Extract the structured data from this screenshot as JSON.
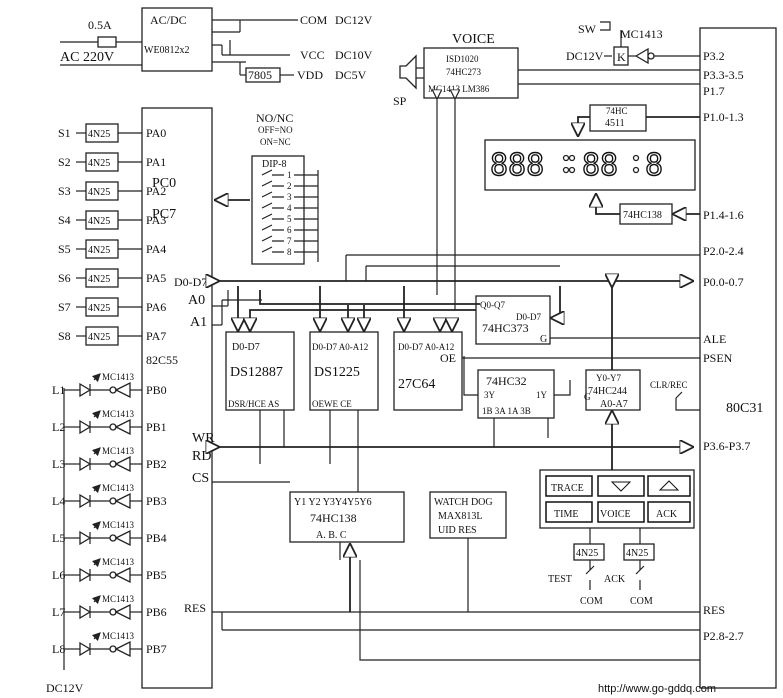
{
  "power": {
    "fuse": "0.5A",
    "ac": "AC 220V",
    "acdc": "AC/DC",
    "trans": "WE0812x2",
    "com": "COM",
    "dc12": "DC12V",
    "vcc": "VCC",
    "dc10": "DC10V",
    "reg": "7805",
    "vdd": "VDD",
    "dc5": "DC5V"
  },
  "voice": {
    "title": "VOICE",
    "l1": "ISD1020",
    "l2": "74HC273",
    "l3": "MC1413 LM386",
    "sp": "SP"
  },
  "sw": {
    "sw": "SW",
    "mc": "MC1413",
    "dc": "DC12V",
    "k": "K"
  },
  "mcu": {
    "name": "80C31",
    "p32": "P3.2",
    "p33": "P3.3-3.5",
    "p17": "P1.7",
    "p10": "P1.0-1.3",
    "p14": "P1.4-1.6",
    "p20": "P2.0-2.4",
    "p00": "P0.0-0.7",
    "ale": "ALE",
    "psen": "PSEN",
    "p36": "P3.6-P3.7",
    "res": "RES",
    "p28": "P2.8-2.7"
  },
  "disp": {
    "dec_top": "74HC",
    "dec_bot": "4511",
    "hc138": "74HC138"
  },
  "ppi": {
    "name": "82C55",
    "pa": [
      "PA0",
      "PA1",
      "PA2",
      "PA3",
      "PA4",
      "PA5",
      "PA6",
      "PA7"
    ],
    "s": [
      "S1",
      "S2",
      "S3",
      "S4",
      "S5",
      "S6",
      "S7",
      "S8"
    ],
    "opto": "4N25",
    "pc0": "PC0",
    "pc7": "PC7",
    "d": "D0-D7",
    "a0": "A0",
    "a1": "A1",
    "pb": [
      "PB0",
      "PB1",
      "PB2",
      "PB3",
      "PB4",
      "PB5",
      "PB6",
      "PB7"
    ],
    "l": [
      "L1",
      "L2",
      "L3",
      "L4",
      "L5",
      "L6",
      "L7",
      "L8"
    ],
    "mc": "MC1413",
    "dc": "DC12V",
    "wr": "WR",
    "rd": "RD",
    "cs": "CS",
    "res": "RES"
  },
  "dip": {
    "title": "NO/NC",
    "off": "OFF=NO",
    "on": "ON=NC",
    "name": "DIP-8",
    "nums": [
      "1",
      "2",
      "3",
      "4",
      "5",
      "6",
      "7",
      "8"
    ]
  },
  "chips": {
    "ds12887": {
      "pins": "D0-D7",
      "name": "DS12887",
      "bot": "DSR/HCE AS"
    },
    "ds1225": {
      "pins": "D0-D7 A0-A12",
      "name": "DS1225",
      "bot": "OEWE CE"
    },
    "c64": {
      "pins": "D0-D7  A0-A12",
      "name": "27C64",
      "oe": "OE"
    },
    "hc373": {
      "q": "Q0-Q7",
      "d": "D0-D7",
      "name": "74HC373",
      "g": "G"
    },
    "hc32": {
      "name": "74HC32",
      "y3": "3Y",
      "y1": "1Y",
      "bot": "1B  3A 1A 3B"
    },
    "hc244": {
      "y": "Y0-Y7",
      "name": "74HC244",
      "g": "G",
      "a": "A0-A7"
    },
    "hc138": {
      "y": "Y1 Y2 Y3Y4Y5Y6",
      "name": "74HC138",
      "abc": "A. B. C"
    },
    "wd": {
      "l1": "WATCH DOG",
      "l2": "MAX813L",
      "l3": "UID RES"
    }
  },
  "clr": "CLR/REC",
  "keys": [
    "TRACE",
    "TIME",
    "VOICE",
    "ACK"
  ],
  "opto2": [
    "4N25",
    "4N25"
  ],
  "btns": {
    "test": "TEST",
    "ack": "ACK",
    "com": "COM"
  },
  "url": "http://www.go-gddq.com"
}
